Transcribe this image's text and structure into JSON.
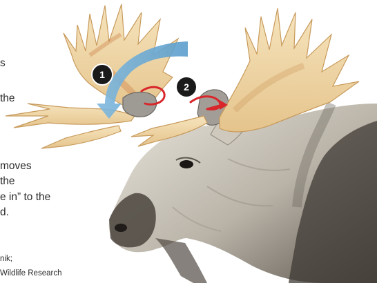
{
  "caption_fragments": {
    "first": [
      "s",
      "the"
    ],
    "second": [
      "moves",
      "the",
      "e in” to the",
      "d."
    ]
  },
  "source_fragments": [
    "nik;",
    "Wildlife Research"
  ],
  "steps": [
    {
      "label": "1",
      "color": "#1a1a1a"
    },
    {
      "label": "2",
      "color": "#1a1a1a"
    }
  ],
  "colors": {
    "blue_arrow": "#6aaad6",
    "red_arrow": "#d8262a",
    "antler_light": "#f2d9a8",
    "antler_rust": "#d28a52",
    "fur_dark": "#3f3a34",
    "fur_mid": "#8a847a",
    "fur_light": "#e6e1d5"
  }
}
